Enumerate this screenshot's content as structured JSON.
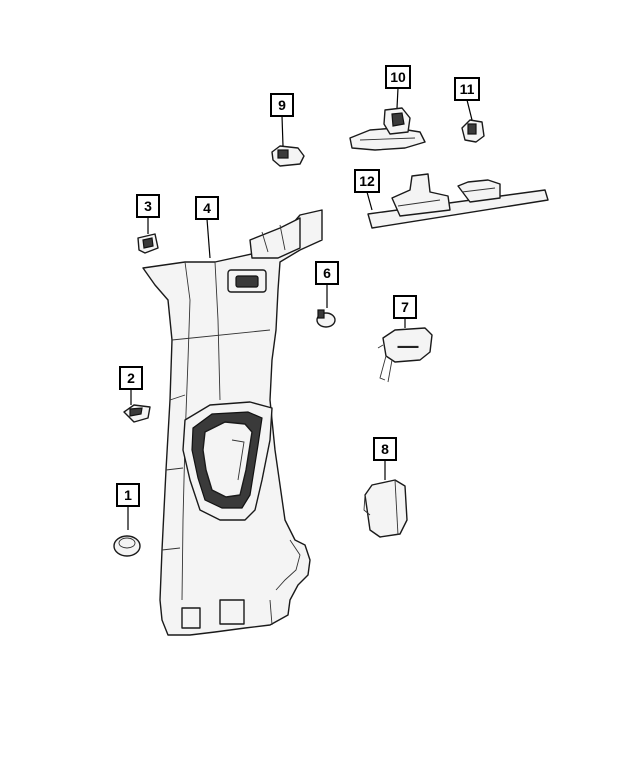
{
  "callouts": [
    {
      "id": "1",
      "label": "1"
    },
    {
      "id": "2",
      "label": "2"
    },
    {
      "id": "3",
      "label": "3"
    },
    {
      "id": "4",
      "label": "4"
    },
    {
      "id": "6",
      "label": "6"
    },
    {
      "id": "7",
      "label": "7"
    },
    {
      "id": "8",
      "label": "8"
    },
    {
      "id": "9",
      "label": "9"
    },
    {
      "id": "10",
      "label": "10"
    },
    {
      "id": "11",
      "label": "11"
    },
    {
      "id": "12",
      "label": "12"
    }
  ],
  "colors": {
    "line": "#000000",
    "part_fill": "#f4f4f4",
    "dark_fill": "#3a3a3a"
  }
}
